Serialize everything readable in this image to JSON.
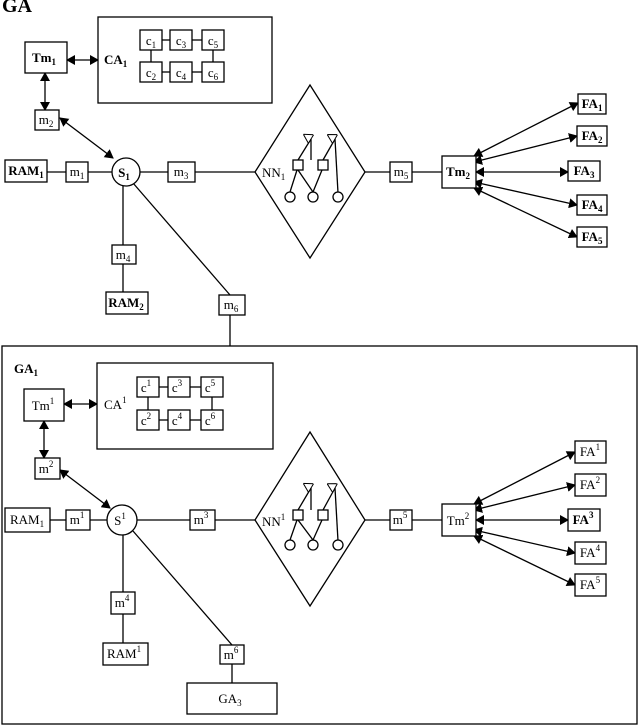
{
  "top": {
    "title": "GA",
    "tm1": {
      "base": "Tm",
      "sub": "1"
    },
    "ca1": {
      "base": "CA",
      "sub": "1"
    },
    "cells": [
      {
        "base": "c",
        "sub": "1"
      },
      {
        "base": "c",
        "sub": "3"
      },
      {
        "base": "c",
        "sub": "5"
      },
      {
        "base": "c",
        "sub": "2"
      },
      {
        "base": "c",
        "sub": "4"
      },
      {
        "base": "c",
        "sub": "6"
      }
    ],
    "m1": {
      "base": "m",
      "sub": "1"
    },
    "m2": {
      "base": "m",
      "sub": "2"
    },
    "m3": {
      "base": "m",
      "sub": "3"
    },
    "m4": {
      "base": "m",
      "sub": "4"
    },
    "m5": {
      "base": "m",
      "sub": "5"
    },
    "m6": {
      "base": "m",
      "sub": "6"
    },
    "ram1": {
      "base": "RAM",
      "sub": "1"
    },
    "ram2": {
      "base": "RAM",
      "sub": "2"
    },
    "s1": {
      "base": "S",
      "sub": "1"
    },
    "nn1": {
      "base": "NN",
      "sub": "1"
    },
    "tm2": {
      "base": "Tm",
      "sub": "2"
    },
    "fa": [
      {
        "base": "FA",
        "sub": "1"
      },
      {
        "base": "FA",
        "sub": "2"
      },
      {
        "base": "FA",
        "sub": "3"
      },
      {
        "base": "FA",
        "sub": "4"
      },
      {
        "base": "FA",
        "sub": "5"
      }
    ]
  },
  "bottom": {
    "title": {
      "base": "GA",
      "sub": "1"
    },
    "tm1": {
      "base": "Tm",
      "sup": "1"
    },
    "ca1": {
      "base": "CA",
      "sup": "1"
    },
    "cells": [
      {
        "base": "c",
        "sup": "1"
      },
      {
        "base": "c",
        "sup": "3"
      },
      {
        "base": "c",
        "sup": "5"
      },
      {
        "base": "c",
        "sup": "2"
      },
      {
        "base": "c",
        "sup": "4"
      },
      {
        "base": "c",
        "sup": "6"
      }
    ],
    "m1": {
      "base": "m",
      "sup": "1"
    },
    "m2": {
      "base": "m",
      "sup": "2"
    },
    "m3": {
      "base": "m",
      "sup": "3"
    },
    "m4": {
      "base": "m",
      "sup": "4"
    },
    "m5": {
      "base": "m",
      "sup": "5"
    },
    "m6": {
      "base": "m",
      "sup": "6"
    },
    "ram1": {
      "base": "RAM",
      "sub": "1"
    },
    "ram2": {
      "base": "RAM",
      "sup": "1"
    },
    "s1": {
      "base": "S",
      "sup": "1"
    },
    "nn1": {
      "base": "NN",
      "sup": "1"
    },
    "tm2": {
      "base": "Tm",
      "sup": "2"
    },
    "fa": [
      {
        "base": "FA",
        "sup": "1"
      },
      {
        "base": "FA",
        "sup": "2"
      },
      {
        "base": "FA",
        "sup": "3"
      },
      {
        "base": "FA",
        "sup": "4"
      },
      {
        "base": "FA",
        "sup": "5"
      }
    ],
    "ga3": {
      "base": "GA",
      "sub": "3"
    }
  }
}
